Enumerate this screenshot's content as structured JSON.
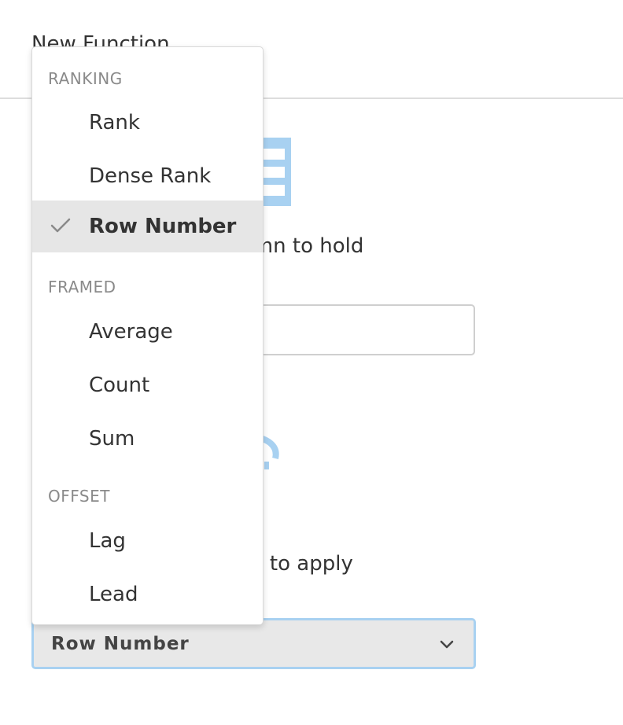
{
  "dialog": {
    "title": "New Function",
    "column_desc": "Name the new column to hold",
    "function_desc": "Choose a function to apply",
    "selected_function": "Row Number"
  },
  "menu": {
    "groups": [
      {
        "label": "RANKING",
        "items": [
          "Rank",
          "Dense Rank",
          "Row Number"
        ]
      },
      {
        "label": "FRAMED",
        "items": [
          "Average",
          "Count",
          "Sum"
        ]
      },
      {
        "label": "OFFSET",
        "items": [
          "Lag",
          "Lead"
        ]
      }
    ]
  },
  "colors": {
    "accent": "#a8d1f1",
    "selected_bg": "#e6e6e6"
  },
  "icons": {
    "check": "check-icon",
    "chevron": "chevron-down-icon"
  }
}
